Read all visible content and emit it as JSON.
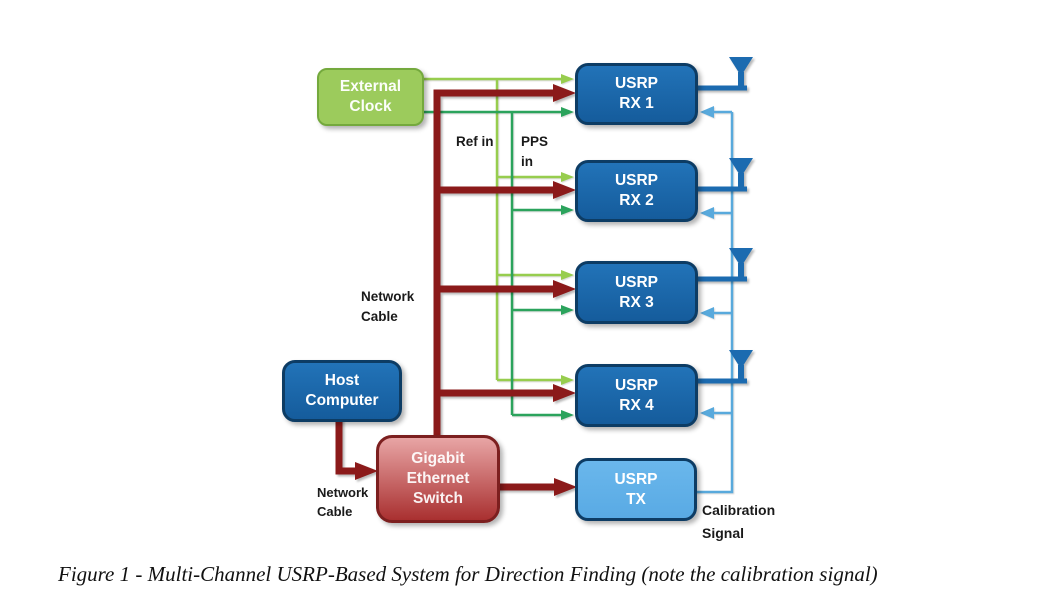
{
  "figure": {
    "caption": "Figure 1 - Multi-Channel USRP-Based System for Direction Finding (note the calibration signal)"
  },
  "nodes": {
    "external_clock": {
      "label": "External\nClock"
    },
    "host_computer": {
      "label": "Host\nComputer"
    },
    "ethernet_switch": {
      "label": "Gigabit\nEthernet\nSwitch"
    },
    "usrp_rx1": {
      "label": "USRP\nRX 1"
    },
    "usrp_rx2": {
      "label": "USRP\nRX 2"
    },
    "usrp_rx3": {
      "label": "USRP\nRX 3"
    },
    "usrp_rx4": {
      "label": "USRP\nRX 4"
    },
    "usrp_tx": {
      "label": "USRP\nTX"
    }
  },
  "annotations": {
    "ref_in": "Ref in",
    "pps_in": "PPS\nin",
    "network_cable_top": "Network\nCable",
    "network_cable_bottom": "Network\nCable",
    "calibration_signal": "Calibration\nSignal"
  },
  "antenna_count": 4,
  "colors": {
    "network_cable": "#8b1a1a",
    "ref_line": "#97cd4e",
    "pps_line": "#2ba35c",
    "calibration_line": "#58a9dc",
    "antenna": "#1c6bb0",
    "rx_box": "#1a67ae",
    "tx_box": "#63b3ea",
    "clock_box": "#9ccb5c",
    "switch_box": "#b03535"
  }
}
